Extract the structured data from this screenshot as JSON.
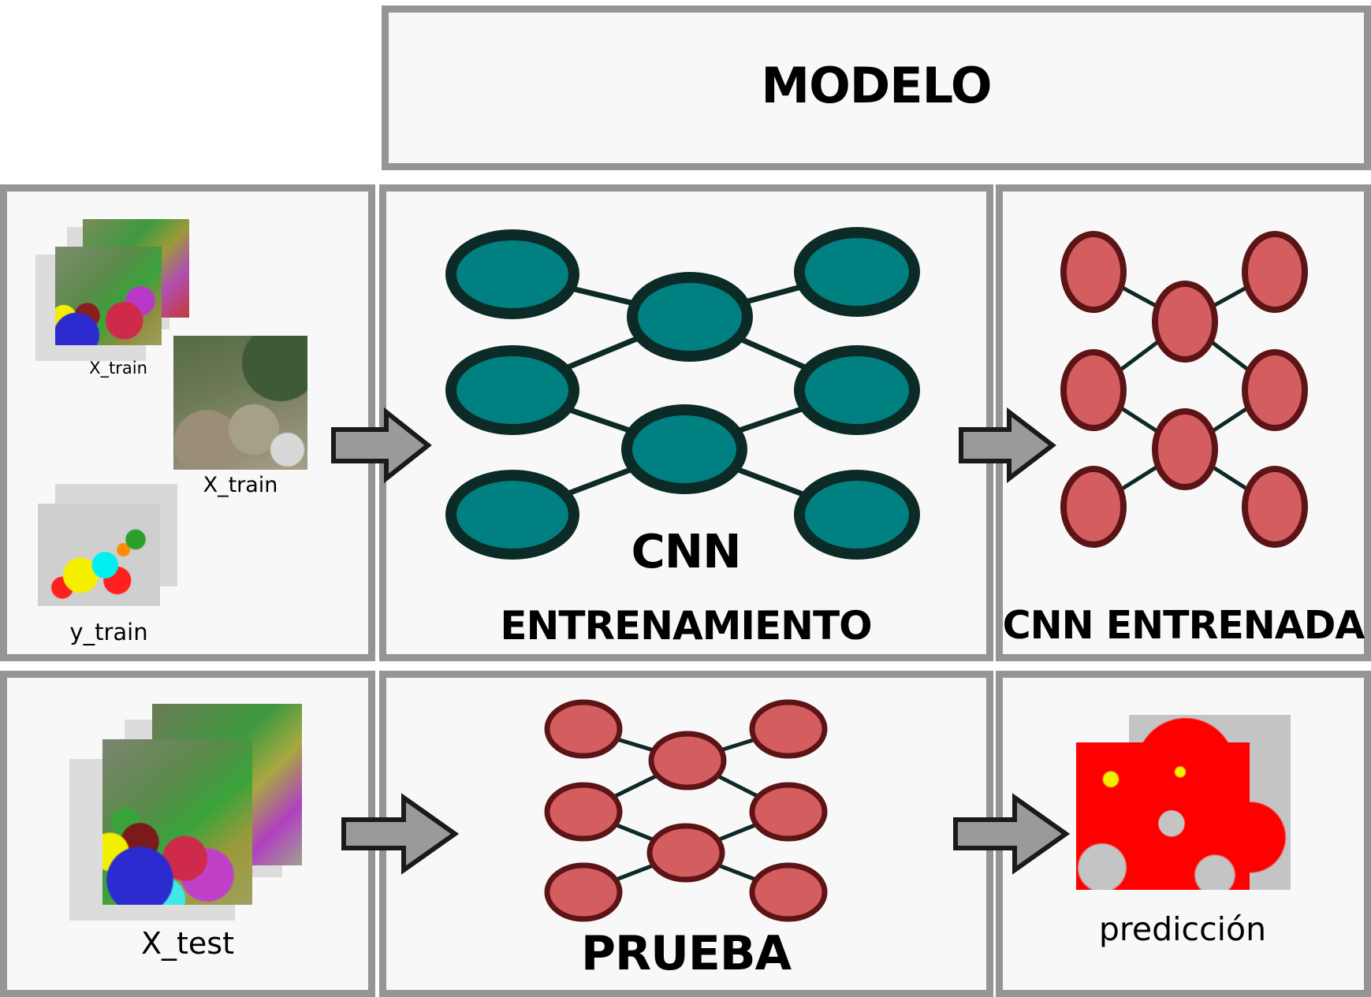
{
  "title": "MODELO",
  "row_top": {
    "inputs": {
      "stack_label": "X_train",
      "satellite_label": "X_train",
      "mask_label": "y_train"
    },
    "training": {
      "network_label": "CNN",
      "stage_label": "ENTRENAMIENTO"
    },
    "trained": {
      "stage_label": "CNN ENTRENADA"
    }
  },
  "row_bottom": {
    "inputs": {
      "stack_label": "X_test"
    },
    "testing": {
      "stage_label": "PRUEBA"
    },
    "output": {
      "label": "predicción"
    }
  },
  "colors": {
    "panel_border": "#959595",
    "panel_fill": "#f8f8f8",
    "teal_node": "#008080",
    "teal_outline": "#0c2a26",
    "red_node": "#d45d60",
    "red_outline": "#5c1416",
    "arrow_fill": "#9a9a9a",
    "arrow_stroke": "#1a1a1a",
    "prediction_red": "#ff0000",
    "prediction_gray": "#c4c4c4"
  }
}
